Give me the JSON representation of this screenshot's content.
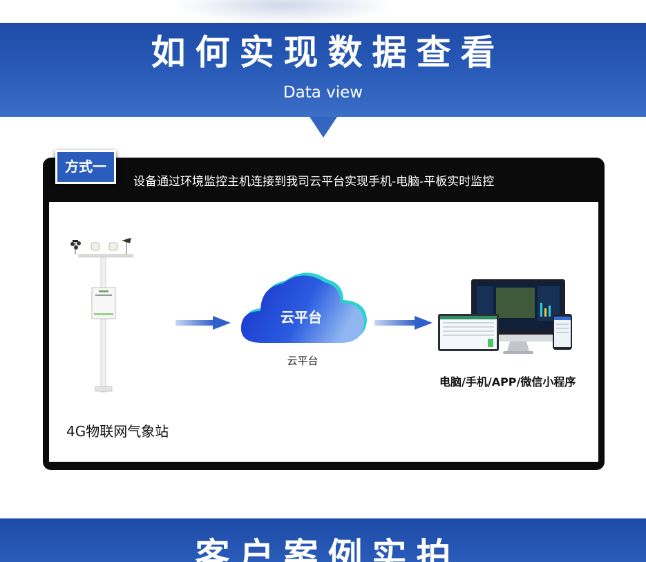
{
  "header": {
    "title": "如何实现数据查看",
    "subtitle": "Data view"
  },
  "method": {
    "badge": "方式一",
    "caption": "设备通过环境监控主机连接到我司云平台实现手机-电脑-平板实时监控"
  },
  "flow": {
    "station_label": "4G物联网气象站",
    "cloud_text": "云平台",
    "cloud_label": "云平台",
    "devices_label": "电脑/手机/APP/微信小程序"
  },
  "footer": {
    "title": "客户案例实拍"
  },
  "colors": {
    "banner_blue": "#2a5cb9",
    "panel_black": "#0b0b0b",
    "cloud_blue": "#1f3fd6",
    "cloud_cyan": "#29d3cf",
    "arrow_blue": "#2f5fc9"
  },
  "icons": {
    "station": "weather-station-icon",
    "cloud": "cloud-icon",
    "devices": "devices-icon"
  }
}
